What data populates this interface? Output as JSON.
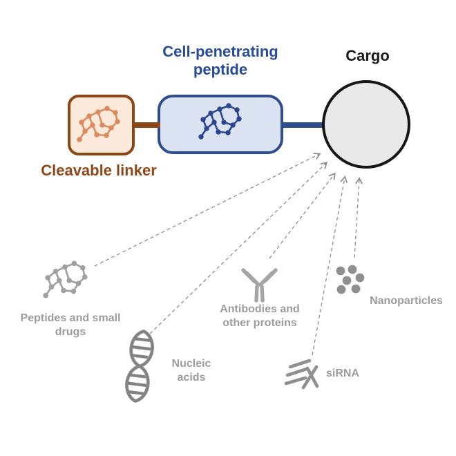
{
  "assembly": {
    "cleavable_linker": {
      "label": "Cleavable linker"
    },
    "cell_penetrating_peptide": {
      "label": "Cell-penetrating peptide"
    },
    "cargo": {
      "label": "Cargo"
    }
  },
  "cargo_types": [
    {
      "label": "Peptides and small drugs",
      "icon": "molecule-icon"
    },
    {
      "label": "Nucleic acids",
      "icon": "dna-helix-icon"
    },
    {
      "label": "Antibodies and other proteins",
      "icon": "antibody-icon"
    },
    {
      "label": "siRNA",
      "icon": "sirna-strands-icon"
    },
    {
      "label": "Nanoparticles",
      "icon": "nanoparticles-icon"
    }
  ],
  "colors": {
    "linker_accent": "#8c4715",
    "linker_fill": "#fbe9dc",
    "linker_molecule": "#dc8a5c",
    "cpp_accent": "#2e4d8f",
    "cpp_fill": "#dbe3f3",
    "cpp_title": "#274b94",
    "cargo_fill": "#e9e9e9",
    "cargo_border": "#161616",
    "gray_icon": "#a0a0a0",
    "gray_text": "#9c9c9c",
    "arrow": "#8c8c8c"
  }
}
